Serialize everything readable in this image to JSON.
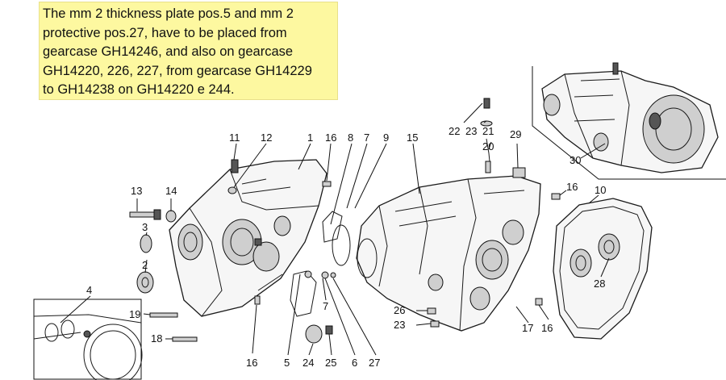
{
  "note": {
    "lines": [
      "The mm 2 thickness plate pos.5 and mm 2",
      "protective  pos.27, have to be placed from",
      "gearcase GH14246, and also on gearcase",
      "GH14220, 226, 227, from gearcase GH14229",
      "to GH14238 on GH14220 e 244."
    ],
    "background": "#fdf8a0"
  },
  "callouts": {
    "c11": "11",
    "c12": "12",
    "c1": "1",
    "c16a": "16",
    "c8": "8",
    "c7a": "7",
    "c9": "9",
    "c15": "15",
    "c22": "22",
    "c23a": "23",
    "c21": "21",
    "c20": "20",
    "c29": "29",
    "c30": "30",
    "c13": "13",
    "c14": "14",
    "c3": "3",
    "c2": "2",
    "c4": "4",
    "c19": "19",
    "c18": "18",
    "c16b": "16",
    "c5": "5",
    "c24": "24",
    "c25": "25",
    "c6": "6",
    "c27": "27",
    "c7b": "7",
    "c26": "26",
    "c23b": "23",
    "c17": "17",
    "c16c": "16",
    "c16d": "16",
    "c10": "10",
    "c28": "28"
  }
}
